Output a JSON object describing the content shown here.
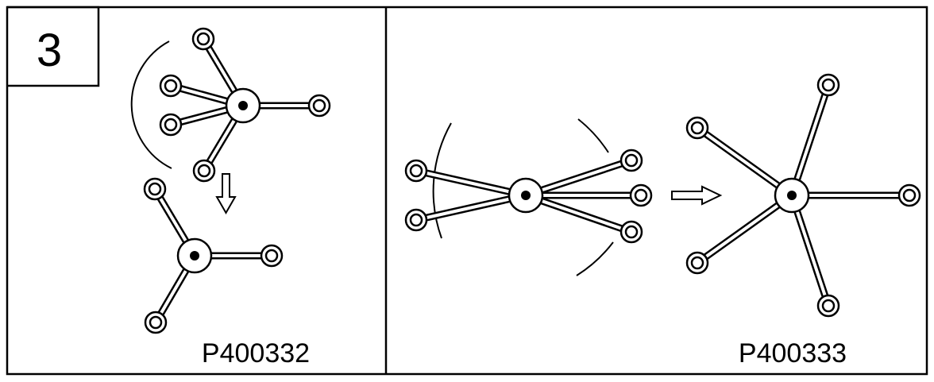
{
  "step_number": "3",
  "panels": [
    {
      "code": "P400332"
    },
    {
      "code": "P400333"
    }
  ],
  "colors": {
    "ink": "#000000",
    "paper": "#ffffff"
  }
}
